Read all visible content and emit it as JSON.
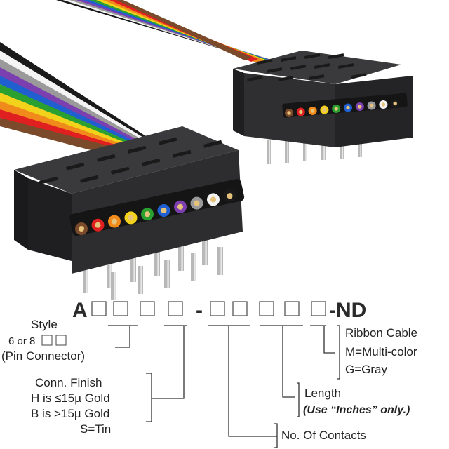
{
  "part_number": {
    "prefix": "A",
    "dash1": "-",
    "suffix": "-ND"
  },
  "labels": {
    "style": {
      "title": "Style",
      "line2_prefix": "6 or 8",
      "line3": "(Pin Connector)"
    },
    "finish": {
      "title": "Conn. Finish",
      "h_line": "H is ≤15µ  Gold",
      "b_line": "B is >15µ  Gold",
      "s_line": "S=Tin"
    },
    "contacts": "No. Of Contacts",
    "length": {
      "title": "Length",
      "note": "(Use “Inches” only.)"
    },
    "ribbon": {
      "title": "Ribbon Cable",
      "multi": "M=Multi-color",
      "gray": "G=Gray"
    }
  },
  "colors": {
    "connector_body": "#2b2b2d",
    "connector_top": "#3a3a3c",
    "pin_metal": "#b8b8b8",
    "wires": [
      "#7a4a2a",
      "#e02020",
      "#f08a1a",
      "#f2d21a",
      "#2aa030",
      "#1f5fd0",
      "#7b3fb0",
      "#9a9a9a",
      "#f4f4f4",
      "#1a1a1a"
    ]
  }
}
